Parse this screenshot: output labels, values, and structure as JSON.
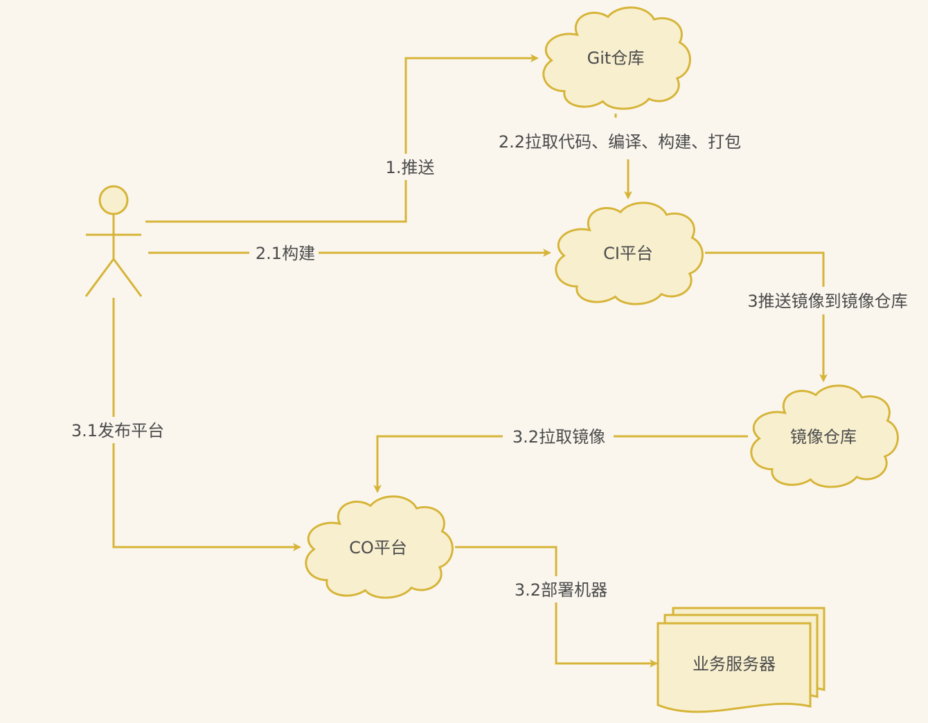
{
  "colors": {
    "background": "#faf6ee",
    "stroke": "#d6b437",
    "fill": "#f8efcf",
    "text": "#4a4a4a"
  },
  "nodes": {
    "git": "Git仓库",
    "ci": "CI平台",
    "registry": "镜像仓库",
    "co": "CO平台",
    "servers": "业务服务器"
  },
  "edges": {
    "push": "1.推送",
    "pull_build": "2.2拉取代码、编译、构建、打包",
    "trigger_build": "2.1构建",
    "push_image": "3推送镜像到镜像仓库",
    "pull_image": "3.2拉取镜像",
    "release": "3.1发布平台",
    "deploy": "3.2部署机器"
  }
}
